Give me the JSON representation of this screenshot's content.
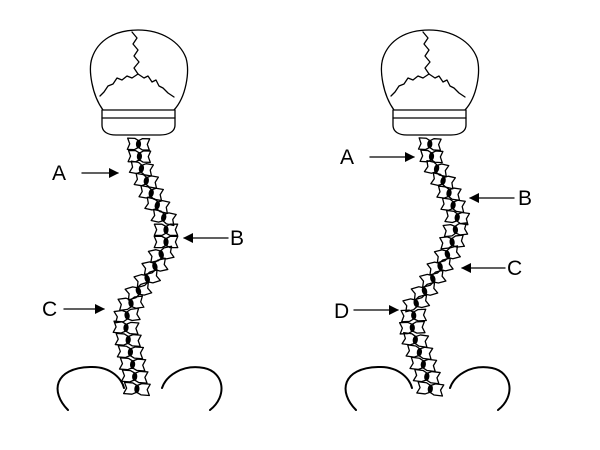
{
  "figures": [
    {
      "labels": [
        "A",
        "B",
        "C"
      ]
    },
    {
      "labels": [
        "A",
        "B",
        "C",
        "D"
      ]
    }
  ]
}
